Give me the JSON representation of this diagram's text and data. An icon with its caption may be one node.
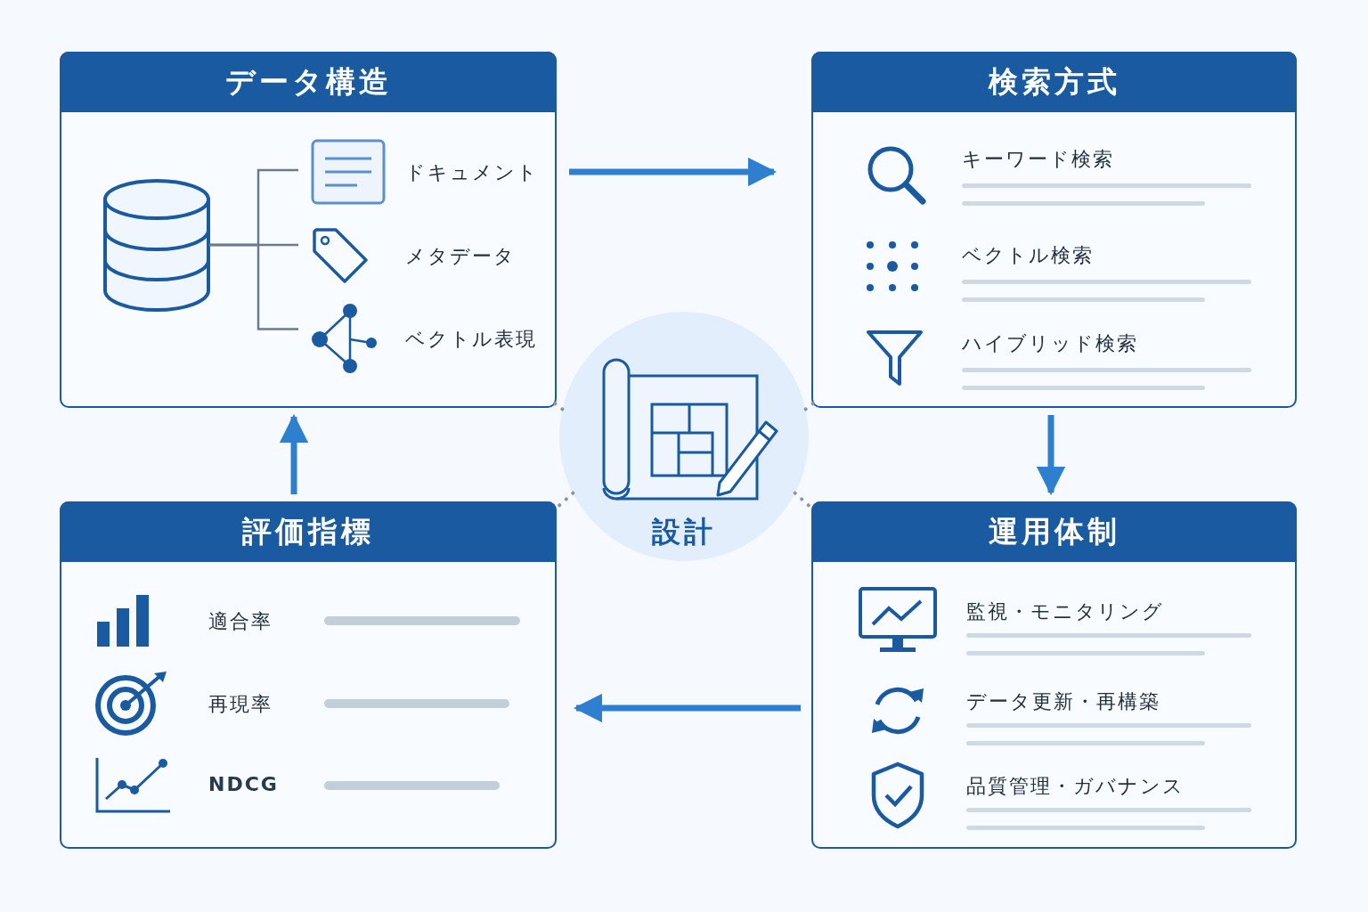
{
  "diagram": {
    "nodes": [
      {
        "text": [
          "データ構造"
        ]
      },
      {
        "text": [],
        "shape": "cylinder",
        "in": 0
      },
      {
        "text": [
          "ドキュメント"
        ],
        "in": 0
      },
      {
        "text": [
          "メタデータ"
        ],
        "in": 0
      },
      {
        "text": [
          "ベクトル表現"
        ],
        "in": 0
      },
      {
        "text": [
          "検索方式"
        ]
      },
      {
        "text": [
          "キーワード検索"
        ],
        "in": 5
      },
      {
        "text": [
          "ベクトル検索"
        ],
        "in": 5
      },
      {
        "text": [
          "ハイブリッド検索"
        ],
        "in": 5
      },
      {
        "text": [
          "設計"
        ]
      },
      {
        "text": [
          "評価指標"
        ]
      },
      {
        "text": [
          "適合率"
        ],
        "in": 10
      },
      {
        "text": [
          "再現率"
        ],
        "in": 10
      },
      {
        "text": [
          "NDCG"
        ],
        "in": 10
      },
      {
        "text": [
          "運用体制"
        ]
      },
      {
        "text": [
          "監視・モニタリング"
        ],
        "in": 14
      },
      {
        "text": [
          "データ更新・再構築"
        ],
        "in": 14
      },
      {
        "text": [
          "品質管理・ガバナンス"
        ],
        "in": 14
      }
    ],
    "edges": [
      {
        "from": 1,
        "to": 2,
        "arrow": "none",
        "color": "#6b7a8f"
      },
      {
        "from": 1,
        "to": 3,
        "arrow": "none",
        "color": "#6b7a8f"
      },
      {
        "from": 1,
        "to": 4,
        "arrow": "none",
        "color": "#6b7a8f"
      },
      {
        "from": 0,
        "to": 5,
        "arrow": "to"
      },
      {
        "from": 5,
        "to": 14,
        "arrow": "to"
      },
      {
        "from": 14,
        "to": 10,
        "arrow": "to"
      },
      {
        "from": 10,
        "to": 0,
        "arrow": "to"
      },
      {
        "from": 9,
        "to": 0,
        "arrow": "none",
        "style": "dashed",
        "color": "#8a94a6"
      },
      {
        "from": 9,
        "to": 5,
        "arrow": "none",
        "style": "dashed",
        "color": "#8a94a6"
      },
      {
        "from": 9,
        "to": 10,
        "arrow": "none",
        "style": "dashed",
        "color": "#8a94a6"
      },
      {
        "from": 9,
        "to": 14,
        "arrow": "none",
        "style": "dashed",
        "color": "#8a94a6"
      }
    ]
  }
}
